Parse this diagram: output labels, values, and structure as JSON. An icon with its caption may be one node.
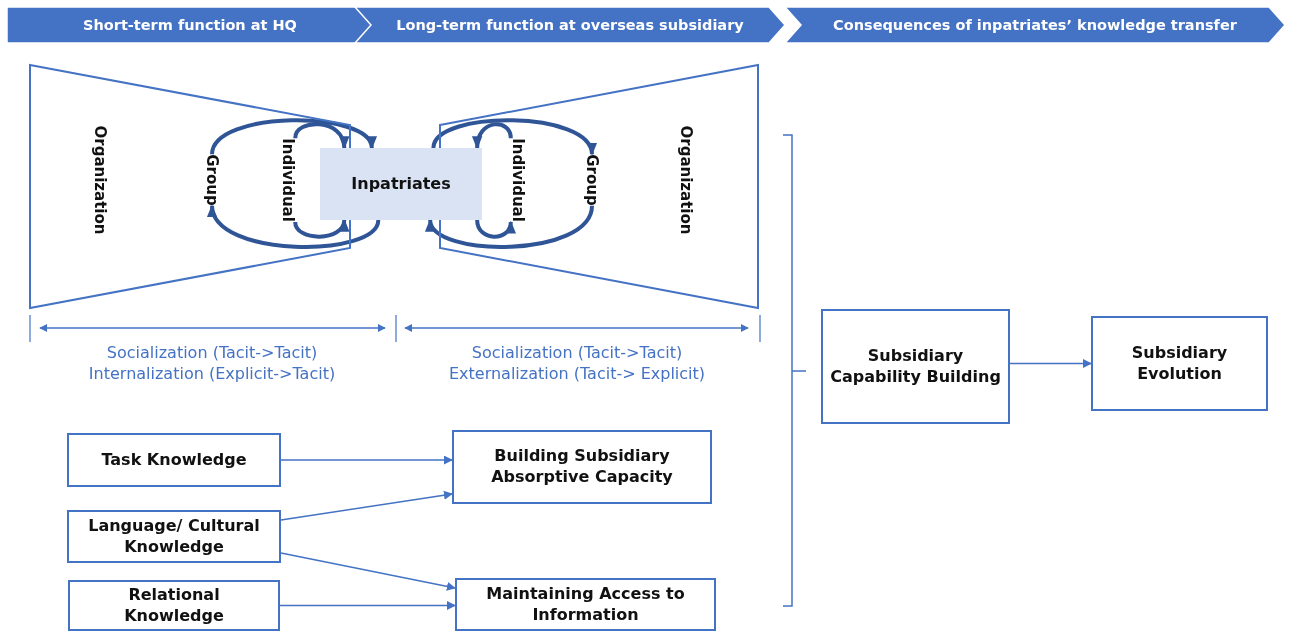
{
  "diagram": {
    "nodes": [
      {
        "text": [
          "Short-term function at HQ"
        ]
      },
      {
        "text": [
          "Long-term function at overseas subsidiary"
        ]
      },
      {
        "text": [
          "Consequences of inpatriates’ knowledge transfer"
        ]
      },
      {
        "text": [
          "Organization"
        ]
      },
      {
        "text": [
          "Group"
        ],
        "in": 3
      },
      {
        "text": [
          "Individual"
        ],
        "in": 3
      },
      {
        "text": [
          "Inpatriates"
        ]
      },
      {
        "text": [
          "Organization"
        ]
      },
      {
        "text": [
          "Individual"
        ],
        "in": 7
      },
      {
        "text": [
          "Group"
        ],
        "in": 7
      },
      {
        "text": [
          "Task Knowledge"
        ]
      },
      {
        "text": [
          "Language/ Cultural Knowledge"
        ]
      },
      {
        "text": [
          "Relational Knowledge"
        ]
      },
      {
        "text": [
          "Building Subsidiary Absorptive Capacity"
        ]
      },
      {
        "text": [
          "Maintaining Access to Information"
        ]
      },
      {
        "text": [
          "Subsidiary Capability Building"
        ]
      },
      {
        "text": [
          "Subsidiary Evolution"
        ]
      }
    ],
    "edges": [
      {
        "from": 4,
        "to": 6,
        "arrow": "to"
      },
      {
        "from": 6,
        "to": 4,
        "arrow": "to"
      },
      {
        "from": 5,
        "to": 6,
        "arrow": "to"
      },
      {
        "from": 5,
        "to": 6,
        "arrow": "to"
      },
      {
        "from": 6,
        "to": 9,
        "arrow": "to"
      },
      {
        "from": 9,
        "to": 6,
        "arrow": "to"
      },
      {
        "from": 8,
        "to": 6,
        "arrow": "to"
      },
      {
        "from": 6,
        "to": 8,
        "arrow": "to"
      },
      {
        "from": 10,
        "to": 13,
        "arrow": "to"
      },
      {
        "from": 11,
        "to": 13,
        "arrow": "to"
      },
      {
        "from": 11,
        "to": 14,
        "arrow": "to"
      },
      {
        "from": 12,
        "to": 14,
        "arrow": "to"
      },
      {
        "from": 15,
        "to": 16,
        "arrow": "to"
      }
    ],
    "labels": [
      "Socialization (Tacit->Tacit)",
      "Internalization (Explicit->Tacit)",
      "Socialization (Tacit->Tacit)",
      "Externalization (Tacit-> Explicit)"
    ]
  }
}
